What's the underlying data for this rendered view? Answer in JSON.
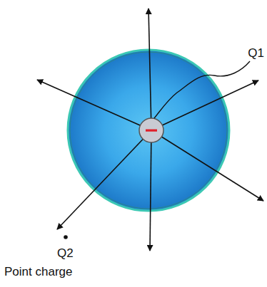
{
  "diagram": {
    "labels": [
      "Q1",
      "Q2",
      "Point charge"
    ]
  }
}
